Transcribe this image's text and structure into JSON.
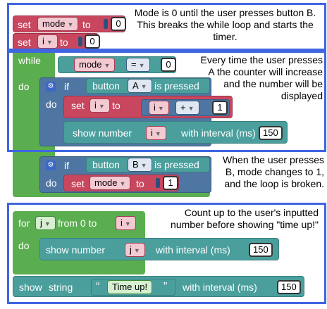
{
  "set_mode": {
    "set": "set",
    "var": "mode",
    "to": "to",
    "value": "0"
  },
  "set_i": {
    "set": "set",
    "var": "i",
    "to": "to",
    "value": "0"
  },
  "note1": "Mode is 0 until the user presses button B. This breaks the while loop and starts the timer.",
  "while_block": {
    "keyword": "while",
    "do": "do",
    "lhs": "mode",
    "op": "=",
    "rhs": "0"
  },
  "note2": "Every time the user presses A the counter will increase and the number will be displayed",
  "if_a": {
    "keyword": "if",
    "button": "button",
    "btn": "A",
    "pressed": "is pressed",
    "do": "do"
  },
  "set_i_inc": {
    "set": "set",
    "var": "i",
    "to": "to",
    "var2": "i",
    "op": "+",
    "value": "1"
  },
  "show_number_1": {
    "label": "show number",
    "var": "i",
    "interval": "with interval (ms)",
    "value": "150"
  },
  "if_b": {
    "keyword": "if",
    "button": "button",
    "btn": "B",
    "pressed": "is pressed",
    "do": "do"
  },
  "set_mode_1": {
    "set": "set",
    "var": "mode",
    "to": "to",
    "value": "1"
  },
  "note3": "When the user presses B, mode changes to 1, and the loop is broken.",
  "for_block": {
    "keyword": "for",
    "var": "j",
    "from": "from 0 to",
    "to_var": "i",
    "do": "do"
  },
  "note4": "Count up to the user's inputted number before showing \"time up!\"",
  "show_number_2": {
    "label": "show number",
    "var": "j",
    "interval": "with interval (ms)",
    "value": "150"
  },
  "show_string": {
    "label": "show",
    "label2": "string",
    "open_quote": "“",
    "text": "Time up!",
    "close_quote": "”",
    "interval": "with interval (ms)",
    "value": "150"
  }
}
